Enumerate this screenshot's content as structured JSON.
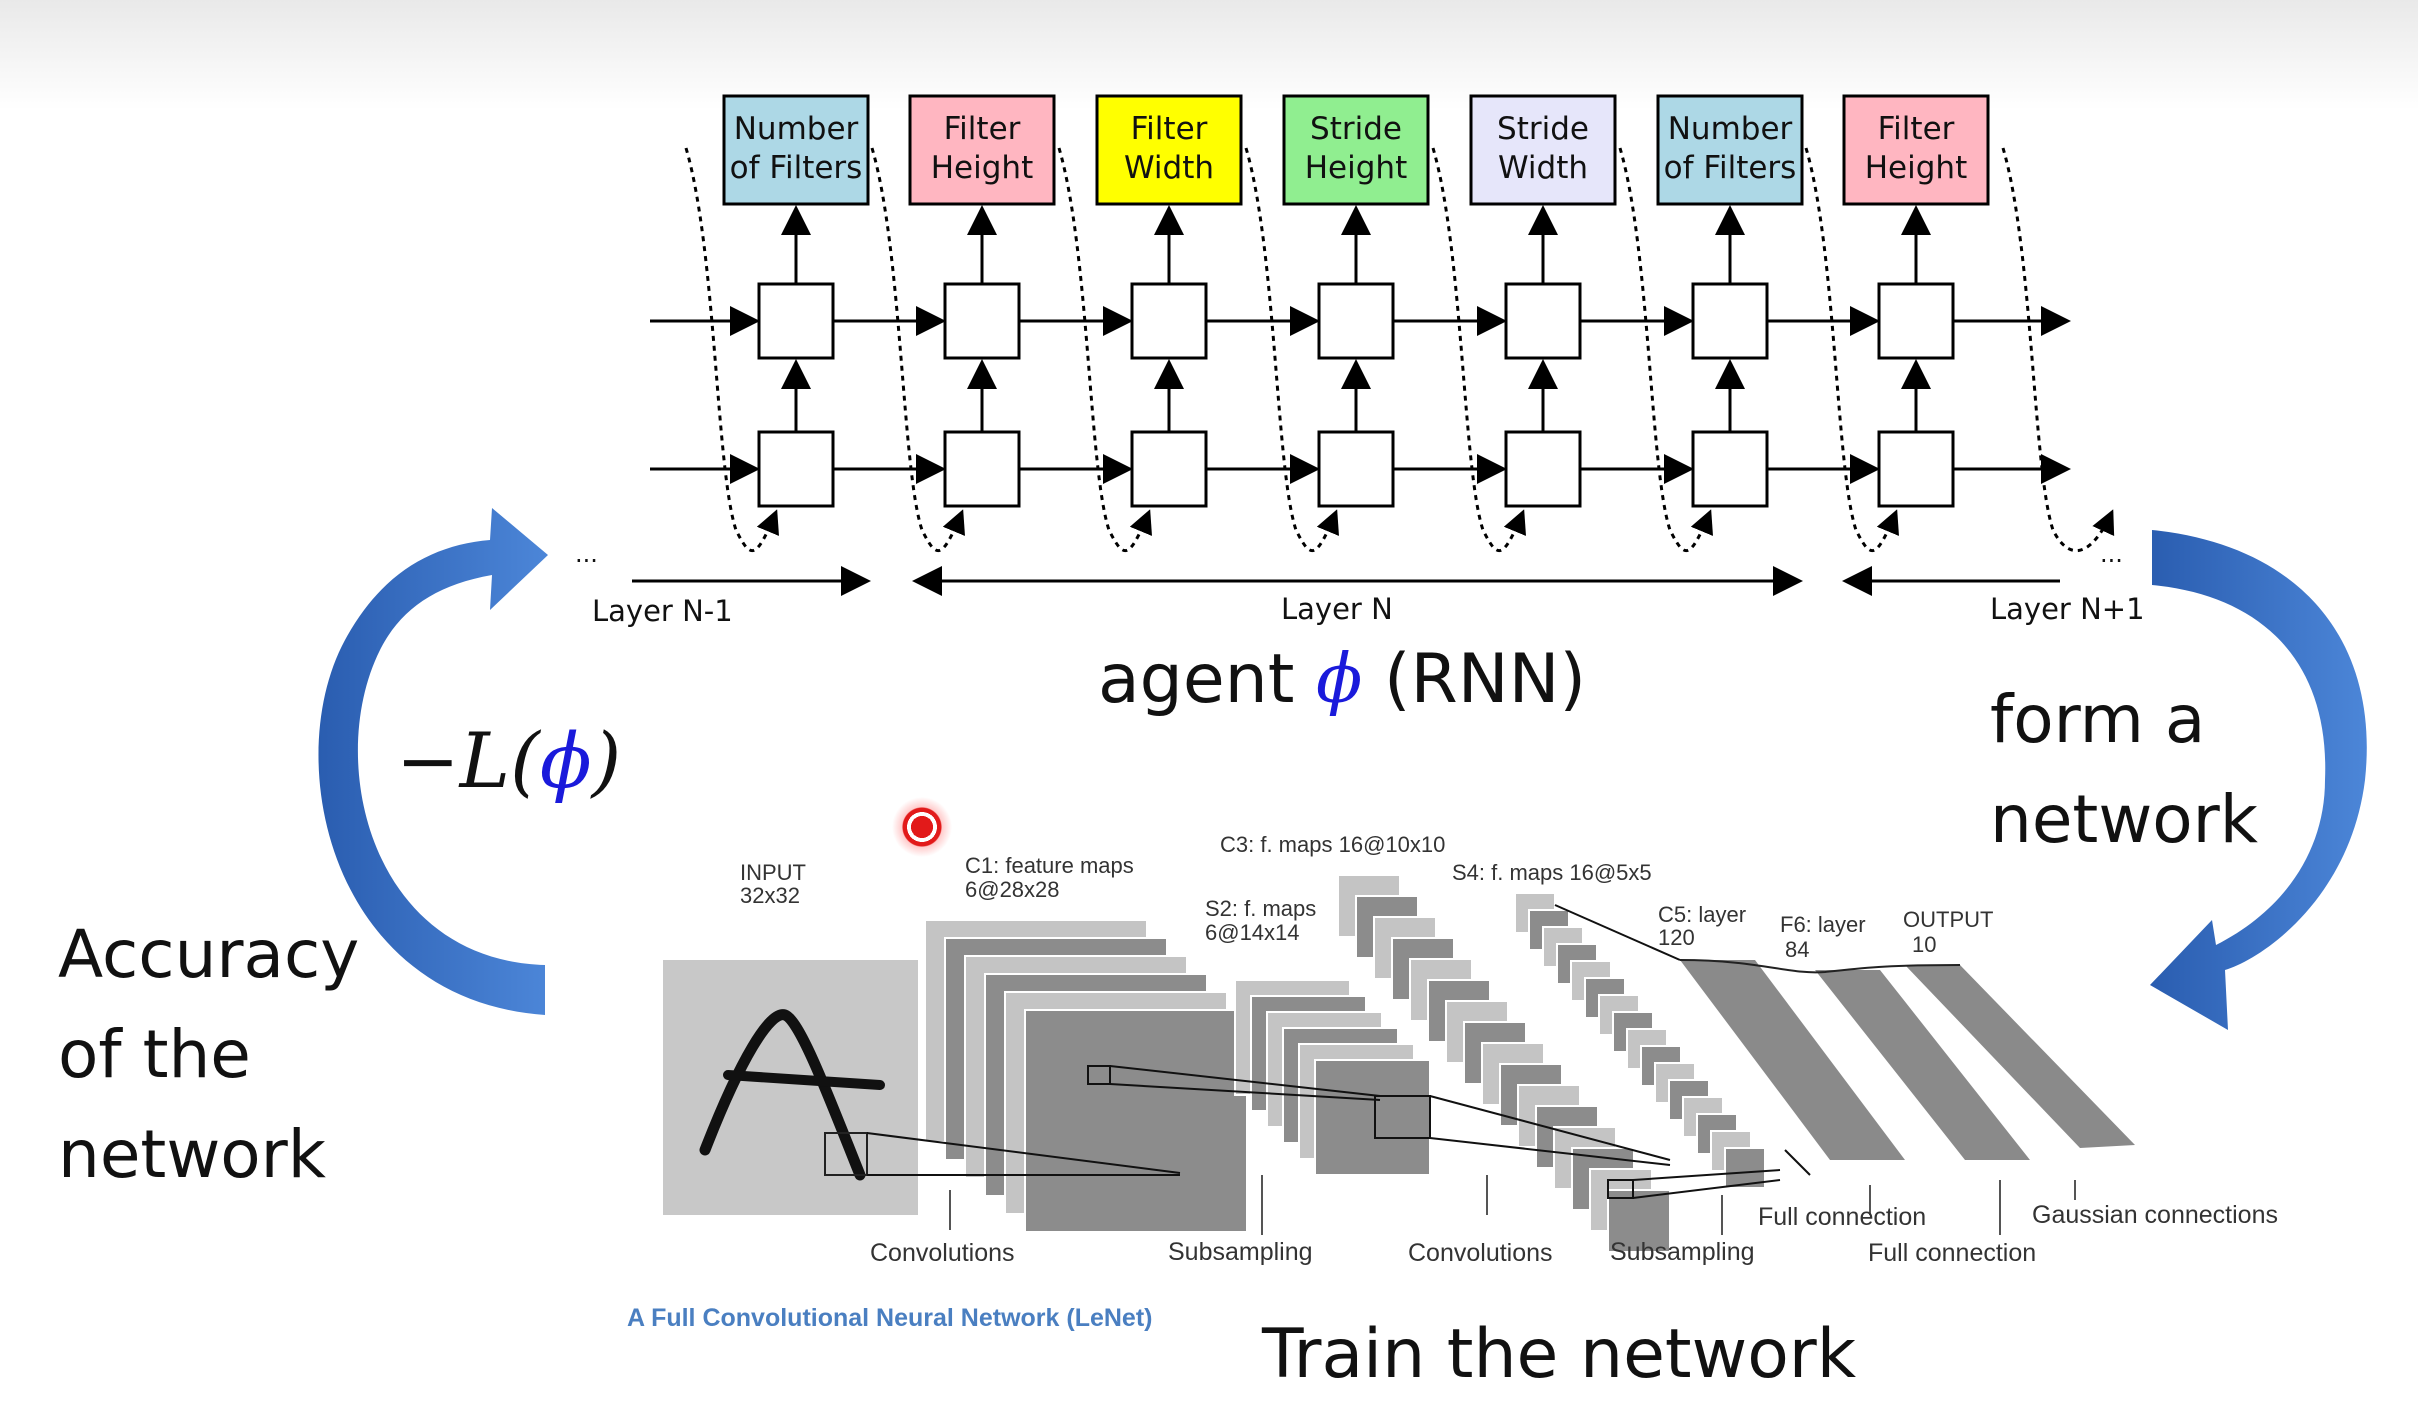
{
  "controller": {
    "outputs": [
      {
        "label_lines": [
          "Number",
          "of Filters"
        ],
        "color": "#add8e6"
      },
      {
        "label_lines": [
          "Filter",
          "Height"
        ],
        "color": "#ffb6c1"
      },
      {
        "label_lines": [
          "Filter",
          "Width"
        ],
        "color": "#ffff00"
      },
      {
        "label_lines": [
          "Stride",
          "Height"
        ],
        "color": "#90ee90"
      },
      {
        "label_lines": [
          "Stride",
          "Width"
        ],
        "color": "#e6e6fa"
      },
      {
        "label_lines": [
          "Number",
          "of Filters"
        ],
        "color": "#add8e6"
      },
      {
        "label_lines": [
          "Filter",
          "Height"
        ],
        "color": "#ffb6c1"
      }
    ],
    "layer_labels": [
      "Layer N-1",
      "Layer N",
      "Layer N+1"
    ],
    "ellipsis": "..."
  },
  "labels": {
    "agent_prefix": "agent ",
    "agent_phi": "ϕ",
    "agent_suffix": " (RNN)",
    "loss_prefix": "−L(",
    "loss_phi": "ϕ",
    "loss_suffix": ")",
    "accuracy_lines": [
      "Accuracy",
      "of the",
      "network"
    ],
    "form_lines": [
      "form a",
      "network"
    ],
    "train": "Train the network",
    "caption": "A Full Convolutional  Neural Network (LeNet)"
  },
  "lenet": {
    "stages": [
      {
        "label_lines": [
          "INPUT",
          "32x32"
        ]
      },
      {
        "label_lines": [
          "C1: feature maps",
          "6@28x28"
        ]
      },
      {
        "label_lines": [
          "S2: f. maps",
          "6@14x14"
        ]
      },
      {
        "label_lines": [
          "C3: f. maps 16@10x10"
        ]
      },
      {
        "label_lines": [
          "S4: f. maps 16@5x5"
        ]
      },
      {
        "label_lines": [
          "C5: layer",
          "120"
        ]
      },
      {
        "label_lines": [
          "F6: layer",
          "84"
        ]
      },
      {
        "label_lines": [
          "OUTPUT",
          "10"
        ]
      }
    ],
    "operations": [
      "Convolutions",
      "Subsampling",
      "Convolutions",
      "Subsampling",
      "Full connection",
      "Full connection",
      "Gaussian connections"
    ]
  },
  "colors": {
    "arrow": "#2f67bf",
    "phi": "#1a1adb",
    "caption": "#4a7fc1",
    "map_gray": "#9a9a9a"
  }
}
